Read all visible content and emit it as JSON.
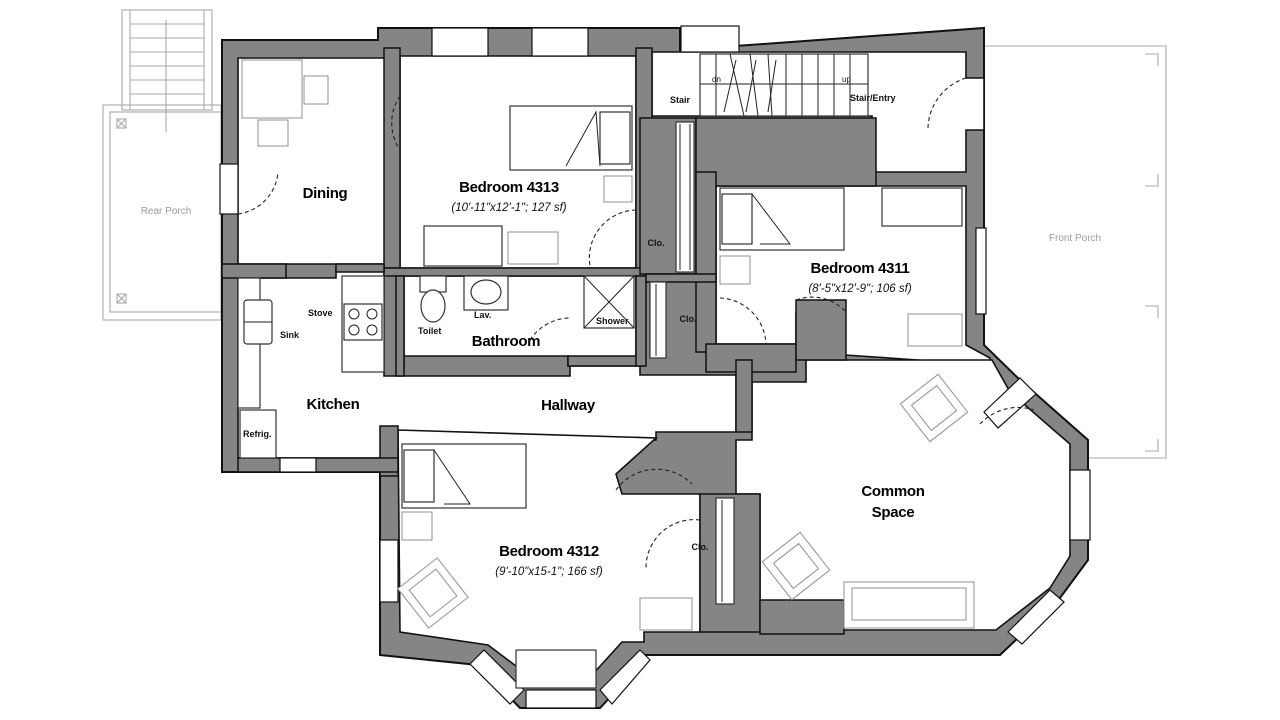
{
  "rooms": {
    "bedroom_4313": {
      "name": "Bedroom 4313",
      "dims": "(10'-11\"x12'-1\"; 127 sf)"
    },
    "bedroom_4311": {
      "name": "Bedroom 4311",
      "dims": "(8'-5\"x12'-9\"; 106 sf)"
    },
    "bedroom_4312": {
      "name": "Bedroom 4312",
      "dims": "(9'-10\"x15-1\"; 166 sf)"
    },
    "dining": {
      "name": "Dining"
    },
    "kitchen": {
      "name": "Kitchen"
    },
    "hallway": {
      "name": "Hallway"
    },
    "bathroom": {
      "name": "Bathroom"
    },
    "common_line1": "Common",
    "common_line2": "Space"
  },
  "fixtures": {
    "stove": "Stove",
    "sink": "Sink",
    "refrig": "Refrig.",
    "toilet": "Toilet",
    "lav": "Lav.",
    "shower": "Shower",
    "clo_1": "Clo.",
    "clo_2": "Clo.",
    "clo_3": "Clo.",
    "stair": "Stair",
    "stair_entry": "Stair/Entry",
    "dn": "dn",
    "up": "up"
  },
  "exterior": {
    "rear_porch": "Rear Porch",
    "front_porch": "Front Porch"
  },
  "colors": {
    "wall": "#858585",
    "line": "#111111",
    "floor": "#ffffff",
    "porch_outline": "#a8a8a8"
  }
}
